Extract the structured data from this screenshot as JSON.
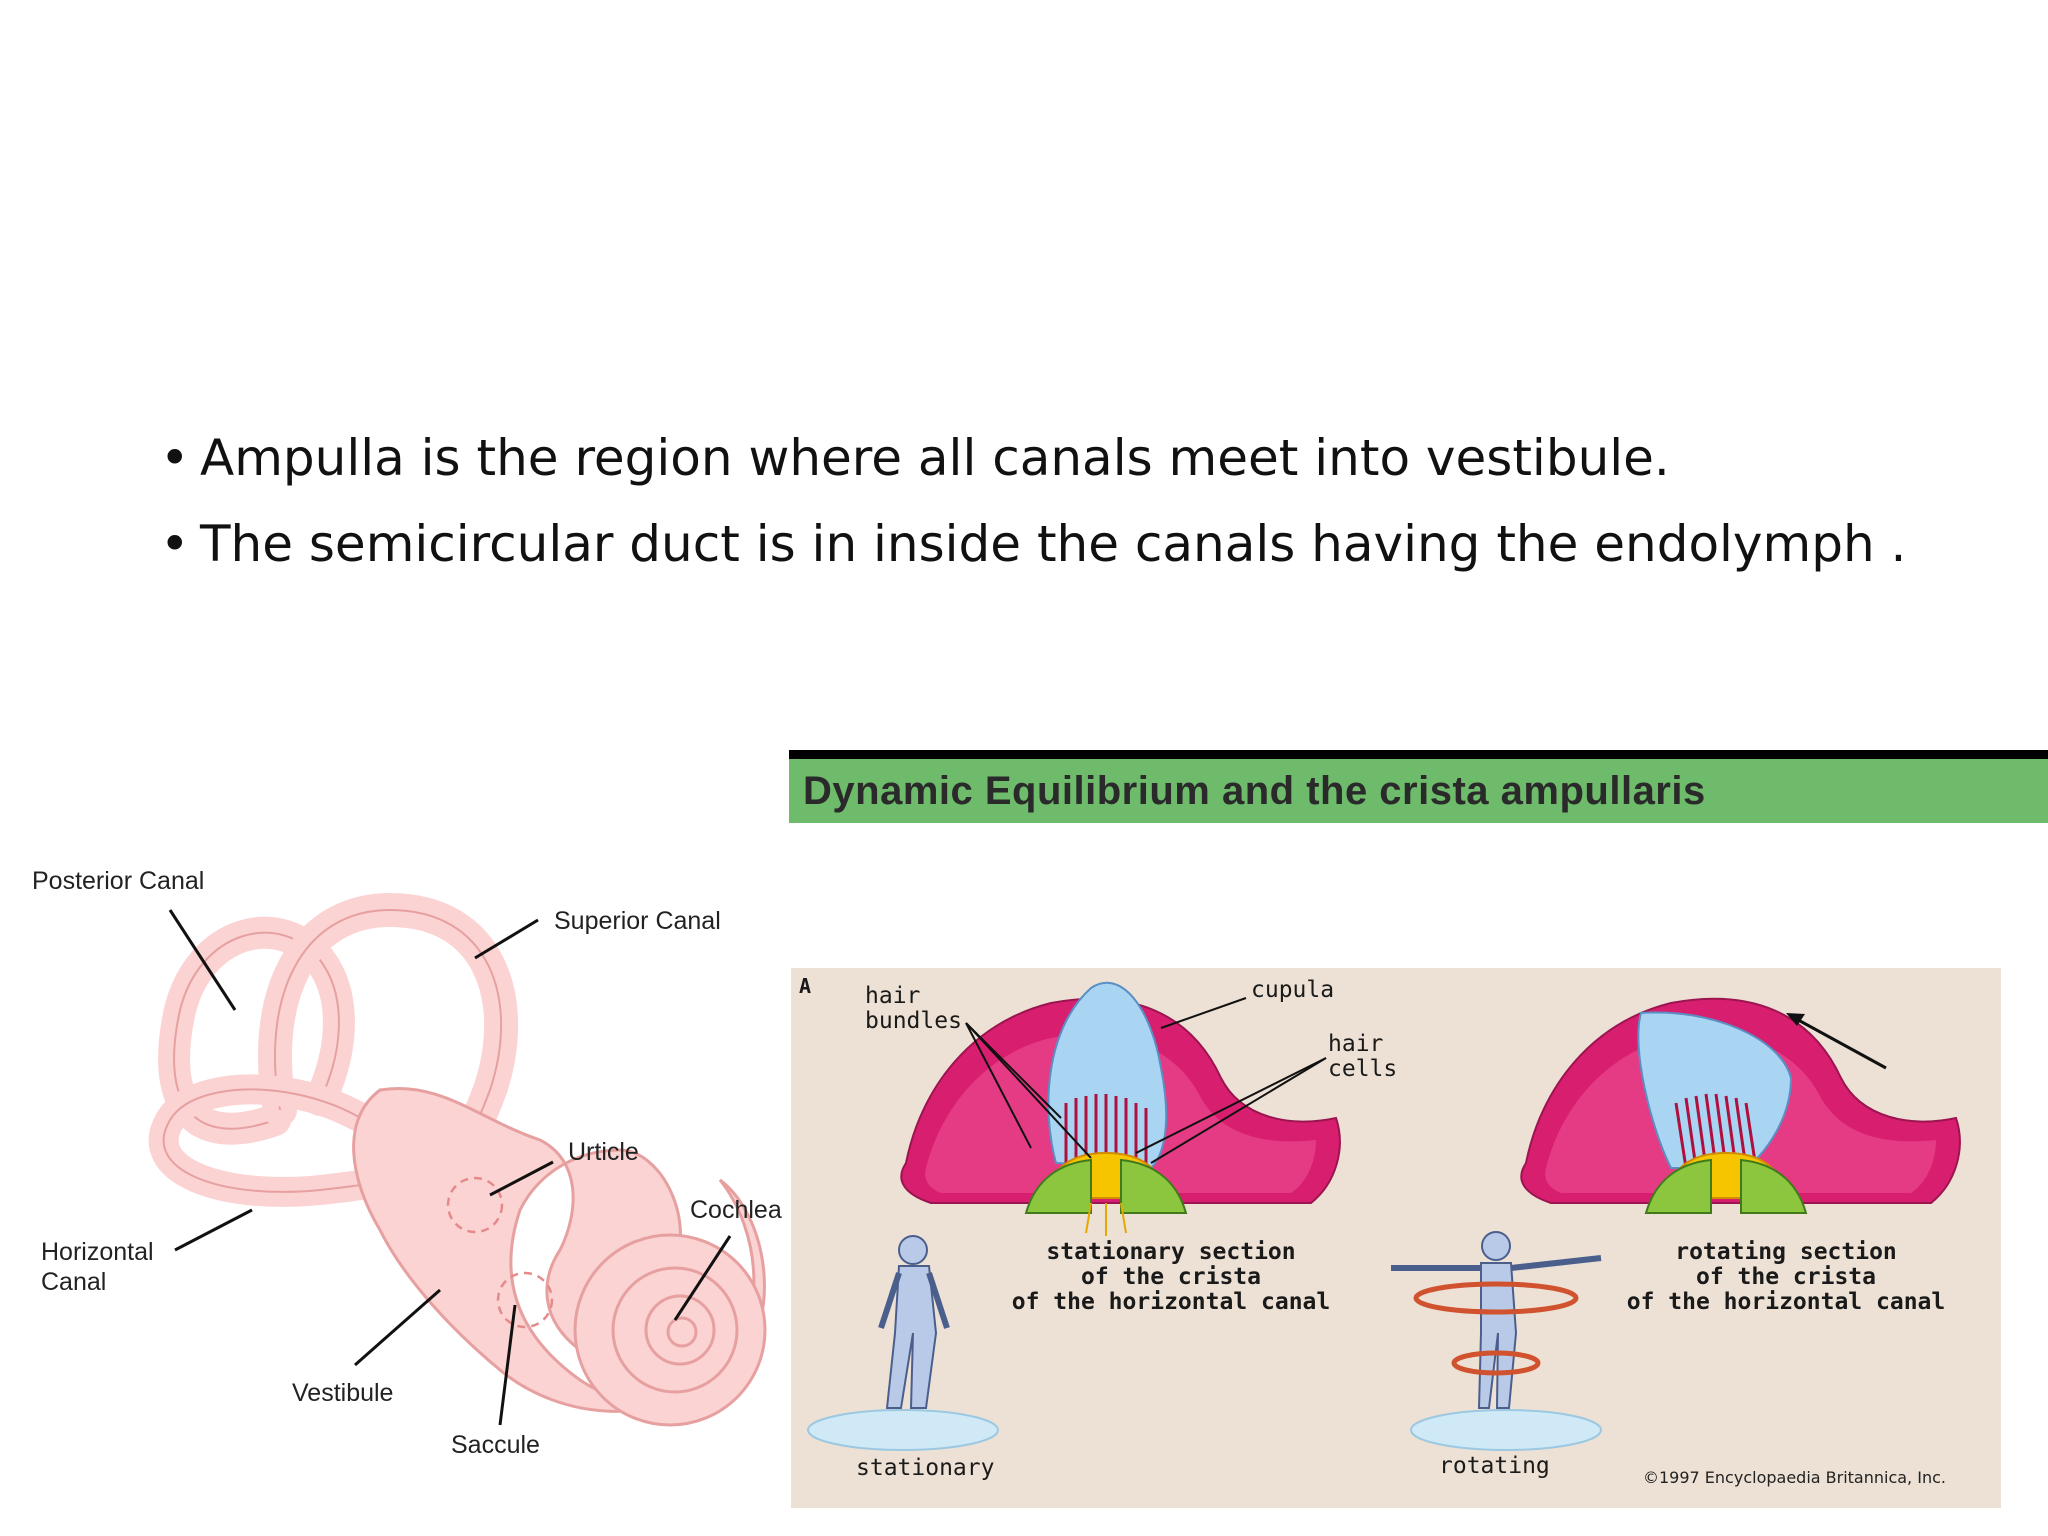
{
  "bullets": [
    "Ampulla is the region where all canals meet into vestibule.",
    "The semicircular duct is in inside the canals having the endolymph ."
  ],
  "inner_ear_diagram": {
    "labels": {
      "posterior_canal": "Posterior Canal",
      "superior_canal": "Superior Canal",
      "urticle": "Urticle",
      "cochlea": "Cochlea",
      "horizontal_canal_1": "Horizontal",
      "horizontal_canal_2": "Canal",
      "vestibule": "Vestibule",
      "saccule": "Saccule"
    },
    "colors": {
      "fill": "#fbd3d3",
      "stroke": "#e7a0a0"
    }
  },
  "crista_panel": {
    "title": "Dynamic Equilibrium and the crista ampullaris",
    "figure_letter": "A",
    "labels": {
      "hair_bundles_1": "hair",
      "hair_bundles_2": "bundles",
      "cupula": "cupula",
      "hair_cells_1": "hair",
      "hair_cells_2": "cells"
    },
    "captions": {
      "stationary": [
        "stationary section",
        "of the crista",
        "of the horizontal canal"
      ],
      "rotating": [
        "rotating section",
        "of the crista",
        "of the horizontal canal"
      ]
    },
    "states": {
      "stationary": "stationary",
      "rotating": "rotating"
    },
    "copyright": "©1997 Encyclopaedia Britannica, Inc.",
    "colors": {
      "header": "#6dbb6b",
      "background": "#ece1d4",
      "crista": "#d81f6f",
      "cupula": "#a9d4f2"
    }
  }
}
